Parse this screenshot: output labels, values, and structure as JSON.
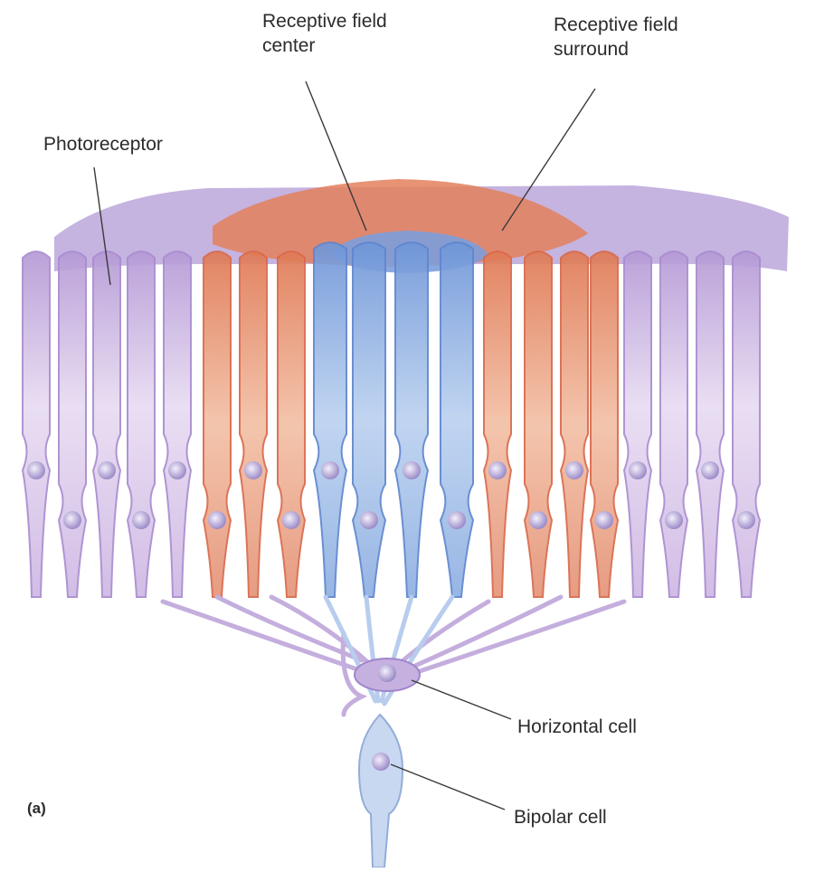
{
  "labels": {
    "center_line1": "Receptive field",
    "center_line2": "center",
    "surround_line1": "Receptive field",
    "surround_line2": "surround",
    "photoreceptor": "Photoreceptor",
    "horizontal_cell": "Horizontal cell",
    "bipolar_cell": "Bipolar cell",
    "panel": "(a)"
  },
  "colors": {
    "background": "#ffffff",
    "surround": "#e07a55",
    "center": "#7fa8e0",
    "periphery": "#c8a8dc",
    "neurons": "#c9b5df",
    "text": "#2b2b2b"
  }
}
